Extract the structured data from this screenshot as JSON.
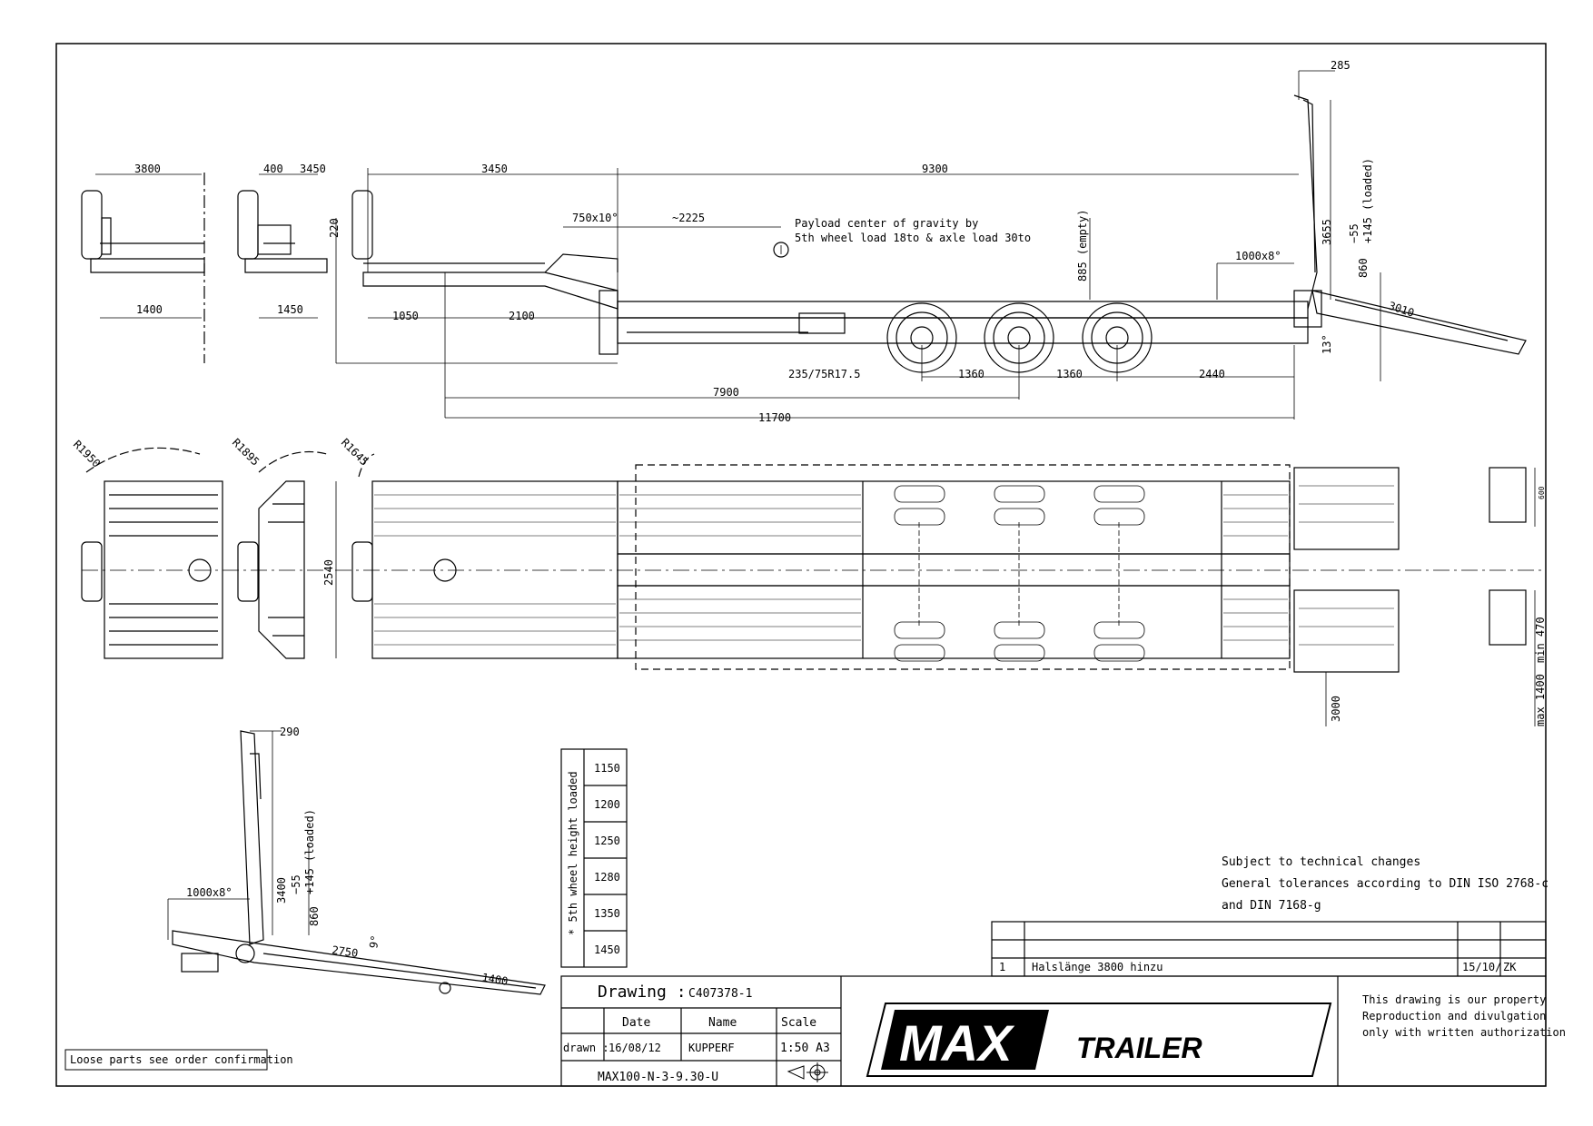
{
  "dimensions": {
    "d3800": "3800",
    "d400": "400",
    "d3450a": "3450",
    "d3450b": "3450",
    "d9300": "9300",
    "d285": "285",
    "d220": "220",
    "d1400": "1400",
    "d1450": "1450",
    "d1050": "1050",
    "d2100": "2100",
    "d750": "750x10°",
    "d2225": "~2225",
    "d885": "885 (empty)",
    "d1000a": "1000x8°",
    "d3655": "3655",
    "d145a": "+145 (loaded)",
    "d55a": "−55",
    "d860a": "860",
    "d3010": "3010",
    "d13": "13°",
    "d1360a": "1360",
    "d1360b": "1360",
    "d2440": "2440",
    "d7900": "7900",
    "d11700": "11700",
    "tyre": "235/75R17.5",
    "r1950": "R1950",
    "r1895": "R1895",
    "r1645": "R1645",
    "d2540": "2540",
    "d600": "600",
    "dmin470": "min 470",
    "dmax1400": "max 1400",
    "d3000": "3000",
    "d290": "290",
    "d3400": "3400",
    "d145b": "+145 (loaded)",
    "d55b": "−55",
    "d860b": "860",
    "d1000b": "1000x8°",
    "d2750": "2750",
    "d9": "9°",
    "d1400b": "1400"
  },
  "payload_note": {
    "line1": "Payload center of gravity by",
    "line2": "5th wheel load 18to & axle load 30to"
  },
  "wheel_table": {
    "header": "* 5th wheel height loaded",
    "values": [
      "1150",
      "1200",
      "1250",
      "1280",
      "1350",
      "1450"
    ]
  },
  "notes": {
    "line1": "Subject to technical changes",
    "line2": "General tolerances according to DIN ISO 2768-c",
    "line3": "and DIN 7168-g"
  },
  "revision": {
    "index": "1",
    "text": "Halslänge 3800 hinzu",
    "date": "15/10/",
    "initials": "ZK"
  },
  "title_block": {
    "drawing_label": "Drawing :",
    "drawing_no": "C407378-1",
    "date_header": "Date",
    "name_header": "Name",
    "scale_header": "Scale",
    "drawn_label": "drawn :",
    "date": "16/08/12",
    "name": "KUPPERF",
    "scale": "1:50 A3",
    "model": "MAX100-N-3-9.30-U"
  },
  "logo": {
    "brand": "MAX",
    "sub": "TRAILER"
  },
  "property_note": {
    "line1": "This drawing is our property",
    "line2": "Reproduction and divulgation",
    "line3": "only with written authorization"
  },
  "loose_parts": "Loose parts see order confirmation"
}
